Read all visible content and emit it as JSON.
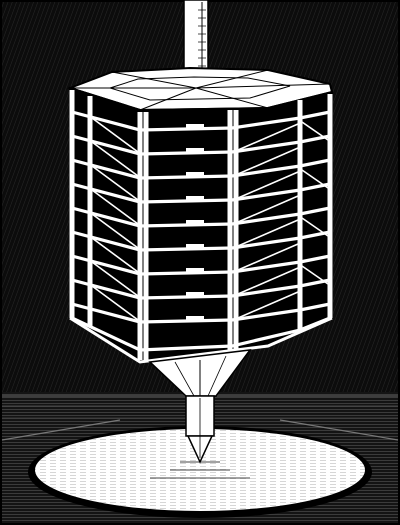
{
  "illustration": {
    "subject": "engraving-octagonal-lattice-drum-on-spindle",
    "colors": {
      "ink": "#111111",
      "paper": "#ffffff",
      "hatch": "#2a2a2a",
      "water_tint": "#eeeeee"
    },
    "icons": [
      "spindle",
      "octagonal-lattice-drum",
      "cone-support",
      "pivot-point",
      "water-basin"
    ]
  }
}
